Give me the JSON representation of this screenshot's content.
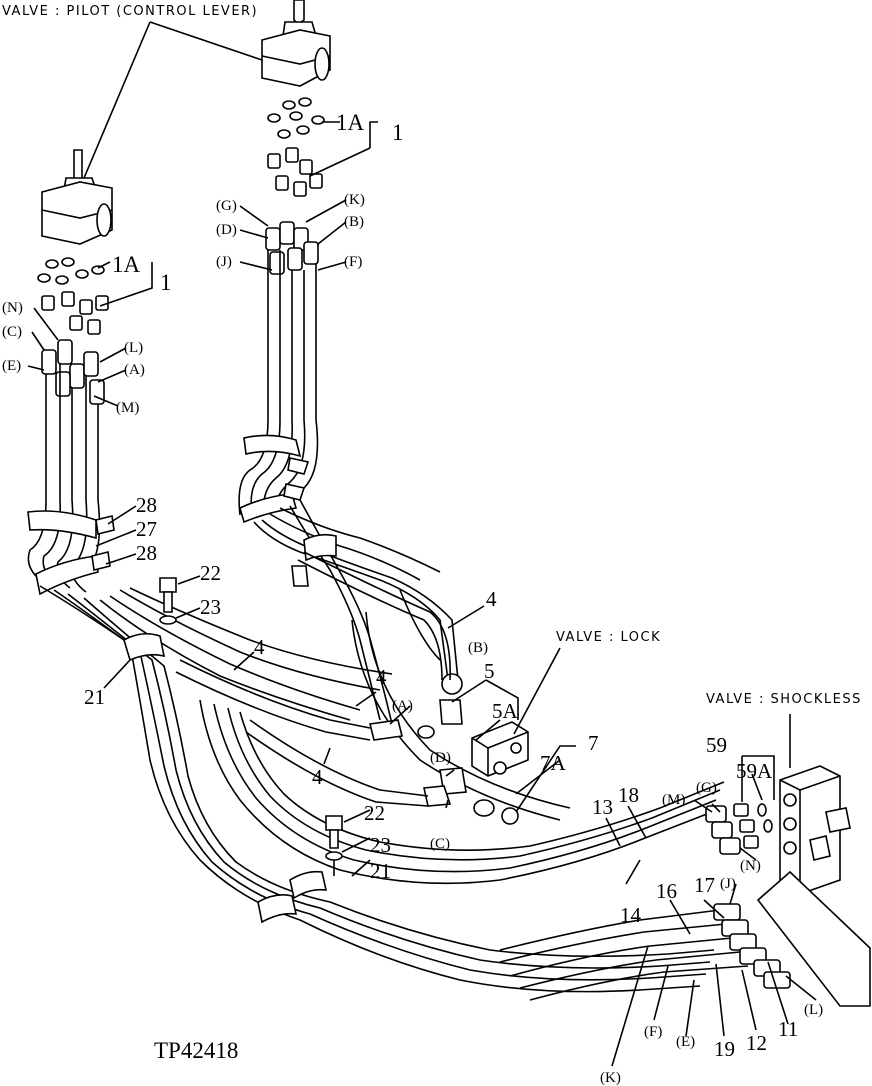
{
  "diagram": {
    "callouts": {
      "valve_pilot": "VALVE : PILOT (CONTROL LEVER)",
      "valve_lock": "VALVE : LOCK",
      "valve_shockless": "VALVE : SHOCKLESS"
    },
    "figure_id": "TP42418",
    "part_numbers": {
      "p1a_right": "1A",
      "p1_right": "1",
      "p1a_left": "1A",
      "p1_left": "1",
      "p28_a": "28",
      "p27": "27",
      "p28_b": "28",
      "p22_a": "22",
      "p23_a": "23",
      "p21_a": "21",
      "p4_a": "4",
      "p4_b": "4",
      "p4_c": "4",
      "p4_d": "4",
      "p5": "5",
      "p5a": "5A",
      "p7a": "7A",
      "p7": "7",
      "p59": "59",
      "p59a": "59A",
      "p13": "13",
      "p18": "18",
      "p14": "14",
      "p16": "16",
      "p17": "17",
      "p22_b": "22",
      "p23_b": "23",
      "p21_b": "21",
      "p19": "19",
      "p12": "12",
      "p11": "11"
    },
    "port_labels": {
      "g_top": "(G)",
      "k_top": "(K)",
      "d_top": "(D)",
      "b_top": "(B)",
      "j_top": "(J)",
      "f_top": "(F)",
      "n_left": "(N)",
      "c_left": "(C)",
      "e_left": "(E)",
      "l_left": "(L)",
      "a_left": "(A)",
      "m_left": "(M)",
      "b_lock": "(B)",
      "a_lock": "(A)",
      "d_lock": "(D)",
      "c_lock": "(C)",
      "m_shock": "(M)",
      "g_shock": "(G)",
      "n_shock": "(N)",
      "j_shock": "(J)",
      "k_bottom": "(K)",
      "f_bottom": "(F)",
      "e_bottom": "(E)",
      "l_bottom": "(L)"
    }
  }
}
